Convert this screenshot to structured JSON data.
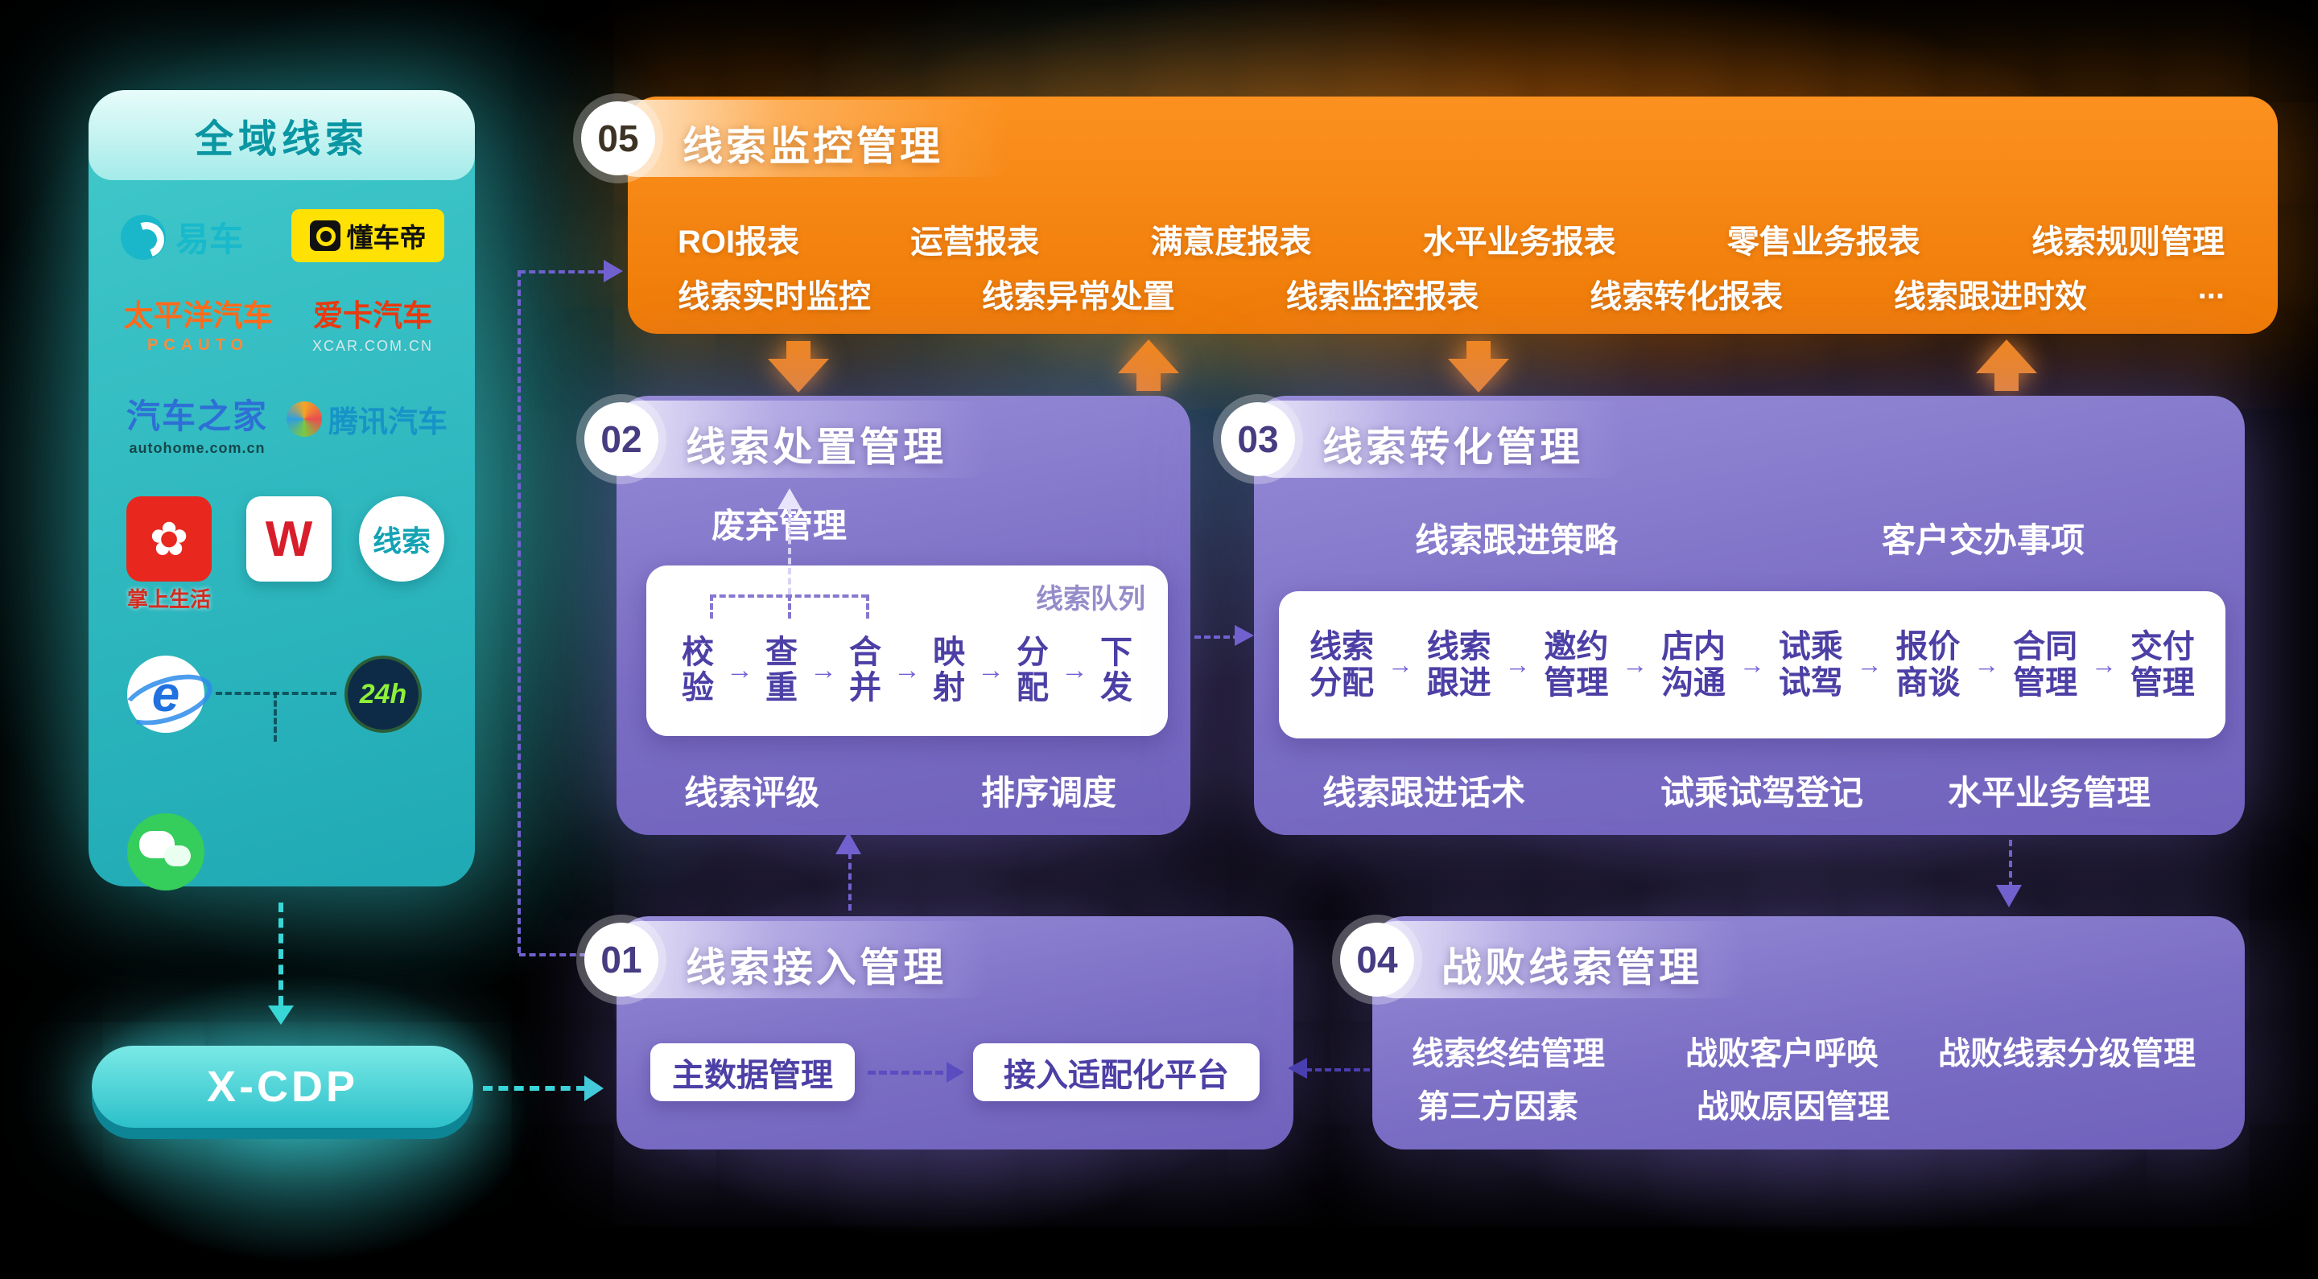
{
  "glyphs": {
    "arrow": "→",
    "flower": "✿"
  },
  "sidebar": {
    "title": "全域线索",
    "xcdp": "X-CDP",
    "logos": {
      "yiche": "易车",
      "dongchedi": "懂车帝",
      "pcauto": "太平洋汽车",
      "pcauto_sub": "PCAUTO",
      "xcar": "爱卡汽车",
      "xcar_sub": "XCAR.COM.CN",
      "autohome": "汽车之家",
      "autohome_sub": "autohome.com.cn",
      "tencent": "腾讯汽车",
      "zhangshang": "掌上生活",
      "w": "W",
      "xiansuo": "线索",
      "ie": "e",
      "h24": "24h"
    }
  },
  "monitor": {
    "number": "05",
    "title": "线索监控管理",
    "row1": [
      "ROI报表",
      "运营报表",
      "满意度报表",
      "水平业务报表",
      "零售业务报表",
      "线索规则管理"
    ],
    "row2": [
      "线索实时监控",
      "线索异常处置",
      "线索监控报表",
      "线索转化报表",
      "线索跟进时效",
      "..."
    ]
  },
  "disposal": {
    "number": "02",
    "title": "线索处置管理",
    "discard": "废弃管理",
    "queue_label": "线索队列",
    "steps": [
      "校\n验",
      "查\n重",
      "合\n并",
      "映\n射",
      "分\n配",
      "下\n发"
    ],
    "bottom_left": "线索评级",
    "bottom_right": "排序调度"
  },
  "conversion": {
    "number": "03",
    "title": "线索转化管理",
    "strategy": "线索跟进策略",
    "tasks": "客户交办事项",
    "steps": [
      "线索\n分配",
      "线索\n跟进",
      "邀约\n管理",
      "店内\n沟通",
      "试乘\n试驾",
      "报价\n商谈",
      "合同\n管理",
      "交付\n管理"
    ],
    "bottom": [
      "线索跟进话术",
      "试乘试驾登记",
      "水平业务管理"
    ]
  },
  "access": {
    "number": "01",
    "title": "线索接入管理",
    "box1": "主数据管理",
    "box2": "接入适配化平台"
  },
  "defeat": {
    "number": "04",
    "title": "战败线索管理",
    "row1": [
      "线索终结管理",
      "战败客户呼唤",
      "战败线索分级管理"
    ],
    "row2": [
      "第三方因素",
      "战败原因管理"
    ]
  }
}
